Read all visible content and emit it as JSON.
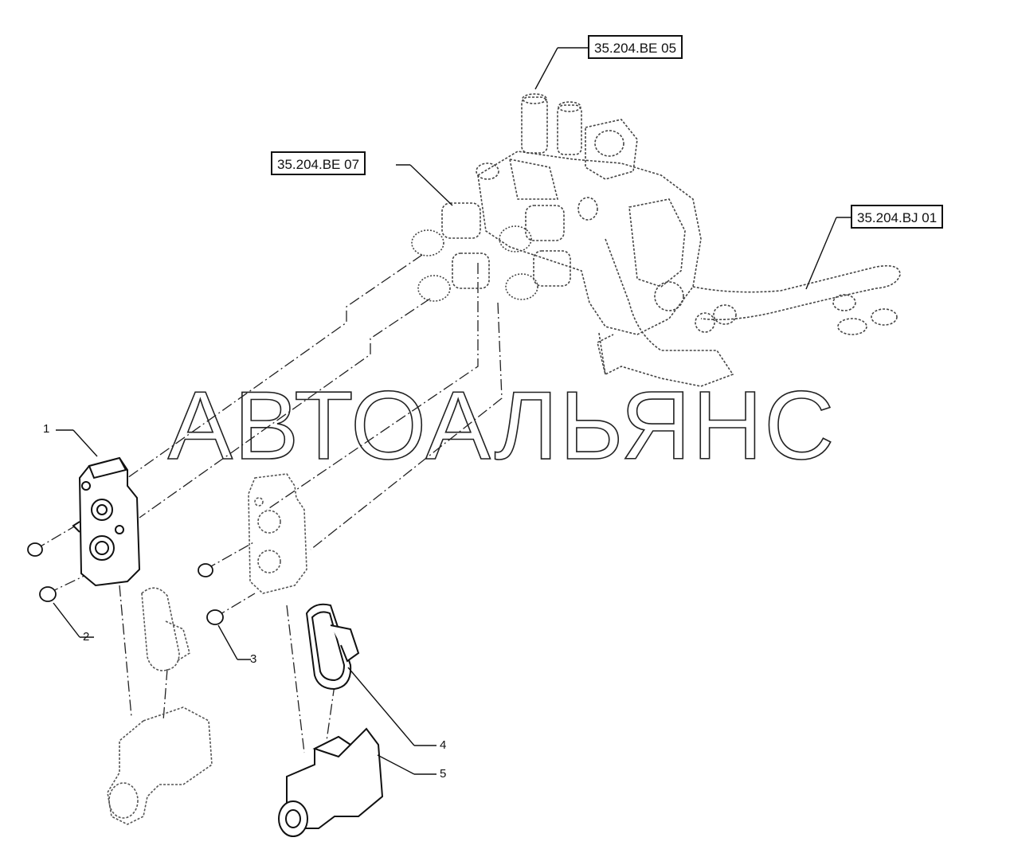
{
  "watermark": {
    "text": "АВТОАЛЬЯНС"
  },
  "references": [
    {
      "id": "ref-be05",
      "label": "35.204.BE 05"
    },
    {
      "id": "ref-be07",
      "label": "35.204.BE 07"
    },
    {
      "id": "ref-bj01",
      "label": "35.204.BJ 01"
    }
  ],
  "callouts": [
    {
      "number": "1"
    },
    {
      "number": "2"
    },
    {
      "number": "3"
    },
    {
      "number": "4"
    },
    {
      "number": "5"
    }
  ],
  "colors": {
    "ink": "#111111",
    "ghost": "#555555",
    "background": "#ffffff"
  }
}
